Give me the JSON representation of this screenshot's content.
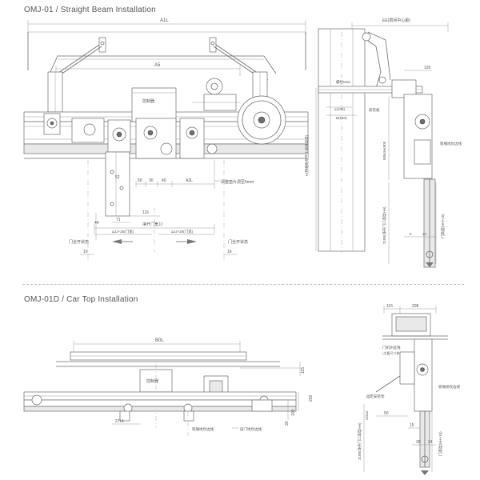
{
  "sections": {
    "straight_beam": {
      "title": "OMJ-01 / Straight Beam Installation"
    },
    "car_top": {
      "title": "OMJ-01D / Car Top Installation"
    }
  },
  "sb_front": {
    "dim_a1l": "A1L",
    "dim_a5": "A5",
    "ctrl_box": "控制器",
    "dim_a3l": "A3L",
    "dims_small": [
      "52",
      "50",
      "30",
      "40"
    ],
    "dim_131": "131",
    "dim_71": "71",
    "dim_44": "44",
    "clear_open": "净开门宽JJ",
    "left_open": "ΔJJ+25(门宽)",
    "right_open": "ΔJJ+25(门宽)",
    "door_open_left": "门全开状态",
    "door_open_right": "门全开状态",
    "dim_10": "10",
    "dim_16": "16",
    "adjust_note": "调整垫片调至5mm"
  },
  "sb_side": {
    "ee": "EE(层间中心距)",
    "bolt": "螺栓M16",
    "dim_120": "120",
    "dim_108": "≥(108)",
    "dim_160": "B(160)",
    "mount_bracket": "安装板",
    "height_label": "H(轿厢地坎至上梁底高度)",
    "range": "505≤H≤905",
    "clear_height": "2100(净开门口高度HH)",
    "door_height": "门高度(HH+15)",
    "sill_label": "轿厢地坎边线",
    "dim_6": "6",
    "dim_24": "24"
  },
  "ct_front": {
    "dim_b0l": "B0L",
    "ctrl_box": "控制器",
    "dim_115": "115",
    "dim_200": "200",
    "dim_30": "30",
    "dim_100": "100",
    "dim_27": "27±1",
    "sill_edge": "轿厢地坎边线",
    "door_sill": "层门地坎边线"
  },
  "ct_side": {
    "dim_115": "115",
    "dim_208": "208",
    "ext_label": "门机外延线",
    "ext_label2": "(主要尺寸参考)",
    "mount": "固定安装架",
    "hh": "2100(净开门口高度HH)",
    "door_h": "门高度(HH+15)",
    "sill": "轿厢地坎边线",
    "dim_50": "50",
    "dim_15": "15",
    "dim_24": "24",
    "dim_28": "28",
    "dim_e": "CD≤2"
  }
}
